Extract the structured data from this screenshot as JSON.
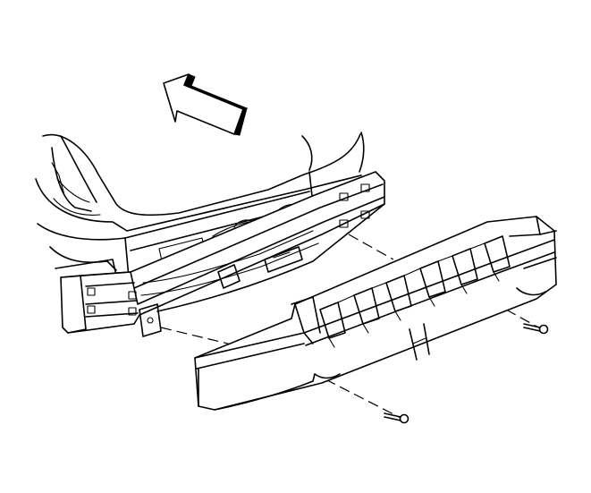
{
  "diagram": {
    "kind": "exploded-view line illustration",
    "parts": [
      {
        "name": "rear-body-panel"
      },
      {
        "name": "bumper-reinforcement-bar"
      },
      {
        "name": "energy-absorber"
      },
      {
        "name": "fastener-left"
      },
      {
        "name": "fastener-right"
      }
    ],
    "direction_arrow": {
      "icon": "arrow-forward-icon"
    },
    "colors": {
      "line": "#000000",
      "background": "#ffffff"
    }
  }
}
